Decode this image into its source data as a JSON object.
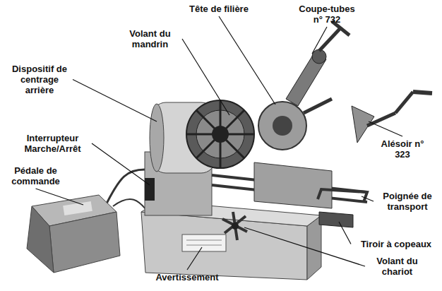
{
  "diagram": {
    "labels": [
      "Tête de filière",
      "Coupe-tubes n° 732",
      "Volant du mandrin",
      "Dispositif de centrage arrière",
      "Interrupteur Marche/Arrêt",
      "Pédale de commande",
      "Alésoir n° 323",
      "Poignée de transport",
      "Tiroir à copeaux",
      "Avertissement",
      "Volant du chariot"
    ]
  }
}
